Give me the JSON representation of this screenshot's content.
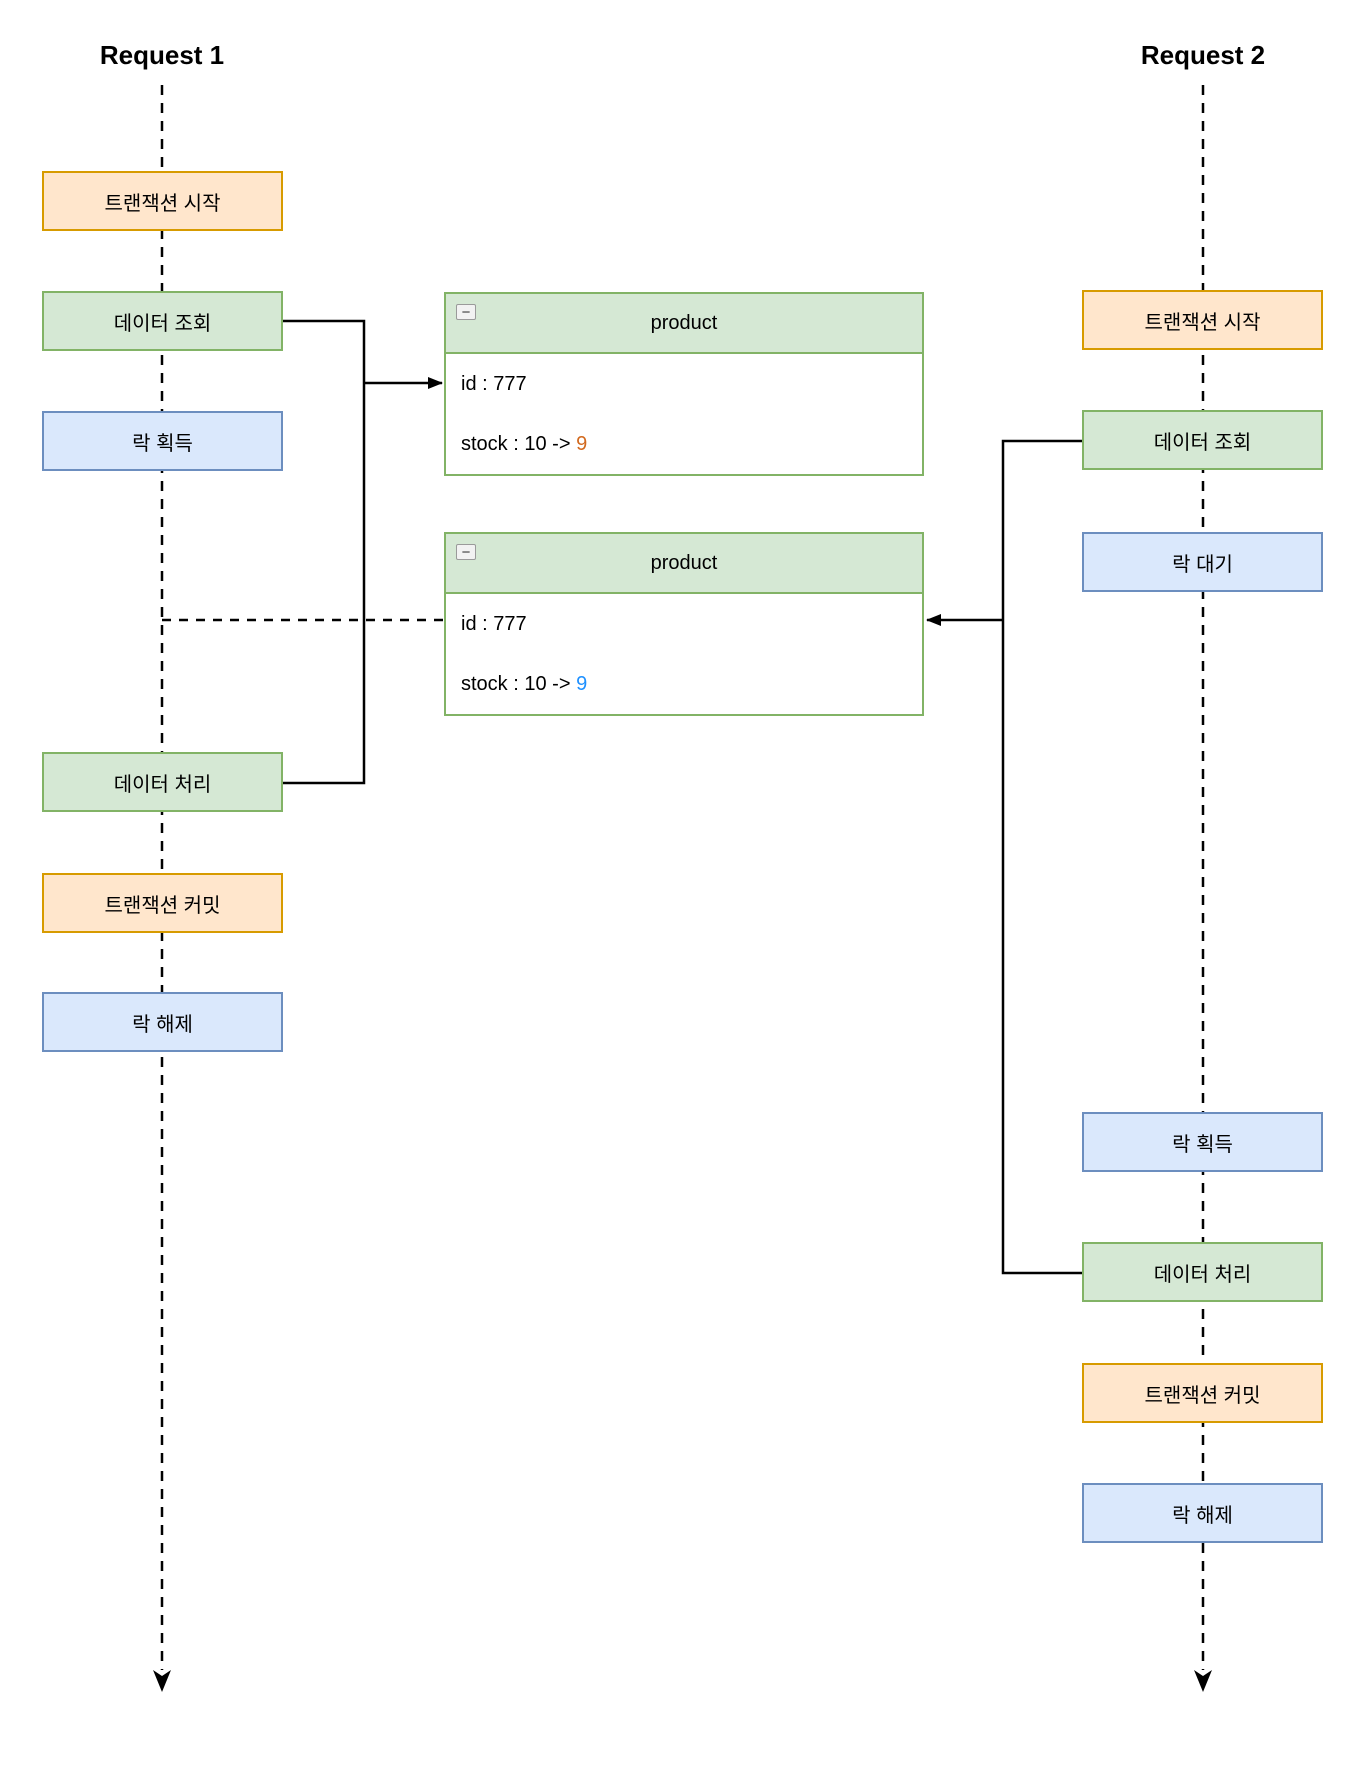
{
  "diagram": {
    "lanes": [
      {
        "title": "Request 1",
        "nodes": [
          {
            "label": "트랜잭션 시작",
            "type": "transaction"
          },
          {
            "label": "데이터 조회",
            "type": "data"
          },
          {
            "label": "락 획득",
            "type": "lock"
          },
          {
            "label": "데이터 처리",
            "type": "data"
          },
          {
            "label": "트랜잭션 커밋",
            "type": "transaction"
          },
          {
            "label": "락 해제",
            "type": "lock"
          }
        ]
      },
      {
        "title": "Request 2",
        "nodes": [
          {
            "label": "트랜잭션 시작",
            "type": "transaction"
          },
          {
            "label": "데이터 조회",
            "type": "data"
          },
          {
            "label": "락 대기",
            "type": "lock"
          },
          {
            "label": "락 획득",
            "type": "lock"
          },
          {
            "label": "데이터 처리",
            "type": "data"
          },
          {
            "label": "트랜잭션 커밋",
            "type": "transaction"
          },
          {
            "label": "락 해제",
            "type": "lock"
          }
        ]
      }
    ],
    "entities": [
      {
        "title": "product",
        "collapse_icon_glyph": "−",
        "rows": [
          {
            "text": "id : 777"
          },
          {
            "prefix": "stock : 10 -> ",
            "new_value": "9",
            "value_color": "#D2691E"
          }
        ]
      },
      {
        "title": "product",
        "collapse_icon_glyph": "−",
        "rows": [
          {
            "text": "id : 777"
          },
          {
            "prefix": "stock : 10 -> ",
            "new_value": "9",
            "value_color": "#1E90FF"
          }
        ]
      }
    ],
    "colors": {
      "transaction_fill": "#FFE6CC",
      "transaction_border": "#D79B00",
      "data_fill": "#D5E8D4",
      "data_border": "#82B366",
      "lock_fill": "#DAE8FC",
      "lock_border": "#6C8EBF",
      "stock_new_request1": "#D2691E",
      "stock_new_request2": "#1E90FF",
      "line": "#000000"
    }
  }
}
